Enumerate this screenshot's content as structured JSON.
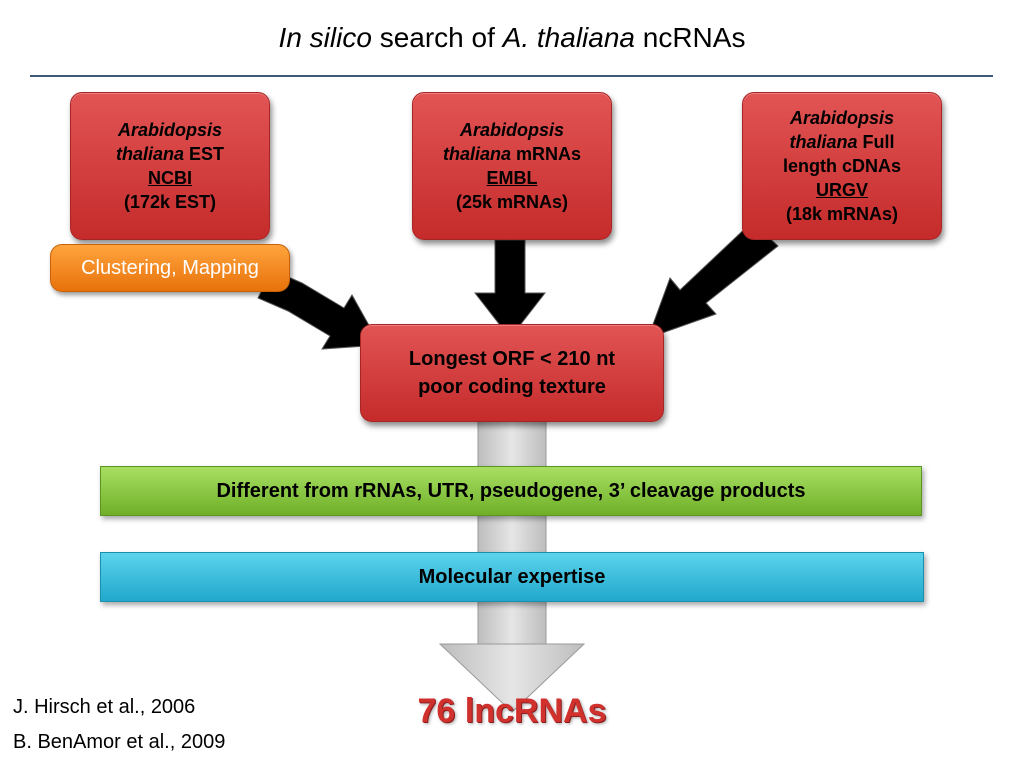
{
  "title": {
    "part1": "In silico",
    "part2": " search of ",
    "part3": "A. thaliana",
    "part4": " ncRNAs"
  },
  "sources": [
    {
      "species_line1": "Arabidopsis",
      "species_line2": "thaliana",
      "type": " EST",
      "db": "NCBI",
      "count": "(172k EST)"
    },
    {
      "species_line1": "Arabidopsis",
      "species_line2": "thaliana",
      "type": " mRNAs",
      "db": "EMBL",
      "count": "(25k mRNAs)"
    },
    {
      "species_line1": "Arabidopsis",
      "species_line2": "thaliana",
      "type": " Full",
      "type2": "length cDNAs",
      "db": "URGV",
      "count": "(18k mRNAs)"
    }
  ],
  "clustering_label": "Clustering, Mapping",
  "filter": {
    "line1": "Longest ORF < 210 nt",
    "line2": "poor coding texture"
  },
  "step_green": "Different from rRNAs, UTR, pseudogene, 3’ cleavage products",
  "step_blue": "Molecular expertise",
  "result": "76 lncRNAs",
  "references": [
    "J. Hirsch et al., 2006",
    "B. BenAmor et al., 2009"
  ],
  "colors": {
    "box_red": "#d13a3a",
    "orange": "#f28a1e",
    "green": "#8cc63f",
    "blue": "#36bde0",
    "result_red": "#d0312d"
  }
}
